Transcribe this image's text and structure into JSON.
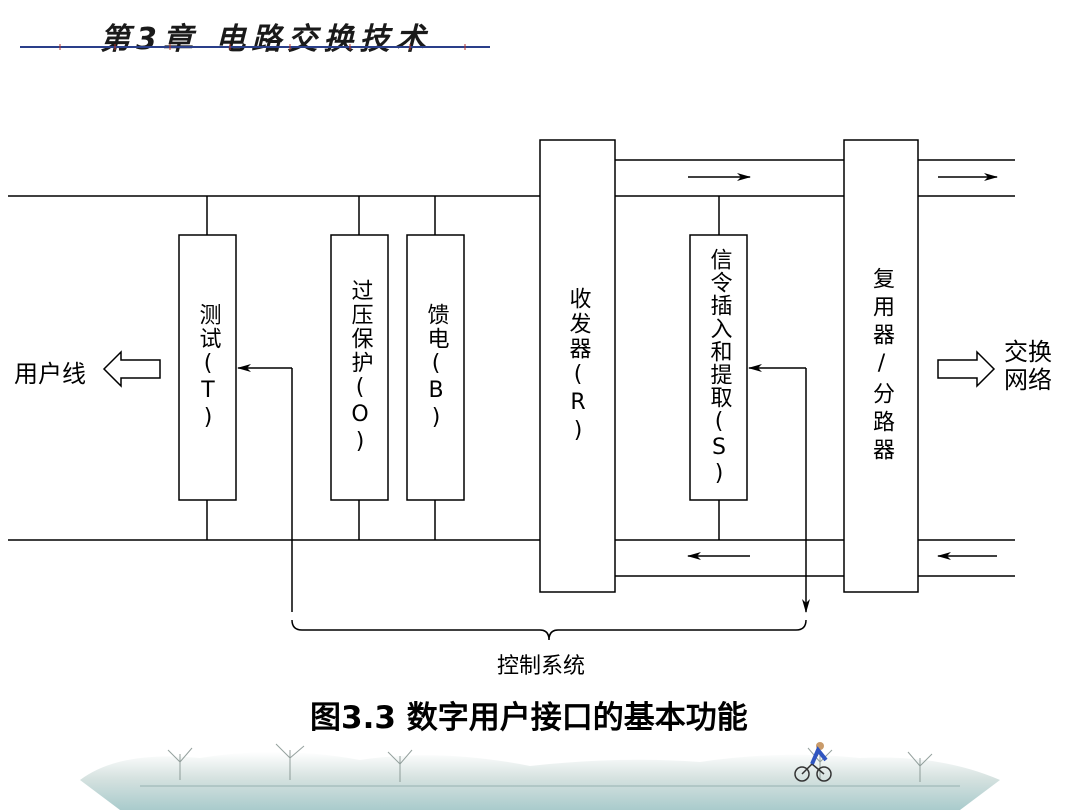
{
  "header": {
    "chapter_title": "第3章  电路交换技术"
  },
  "blocks": {
    "test": "测试(T)",
    "overvoltage": "过压保护(O)",
    "feed": "馈电(B)",
    "transceiver": "收发器(R)",
    "signaling": "信令插入和提取(S)",
    "mux": "复用器/分路器"
  },
  "labels": {
    "user_line": "用户线",
    "switch_network": "交换网络",
    "control_system": "控制系统"
  },
  "caption": "图3.3  数字用户接口的基本功能",
  "colors": {
    "line": "#000000",
    "footer_water": "#9fc6c8",
    "footer_tree": "#7a8a86"
  }
}
